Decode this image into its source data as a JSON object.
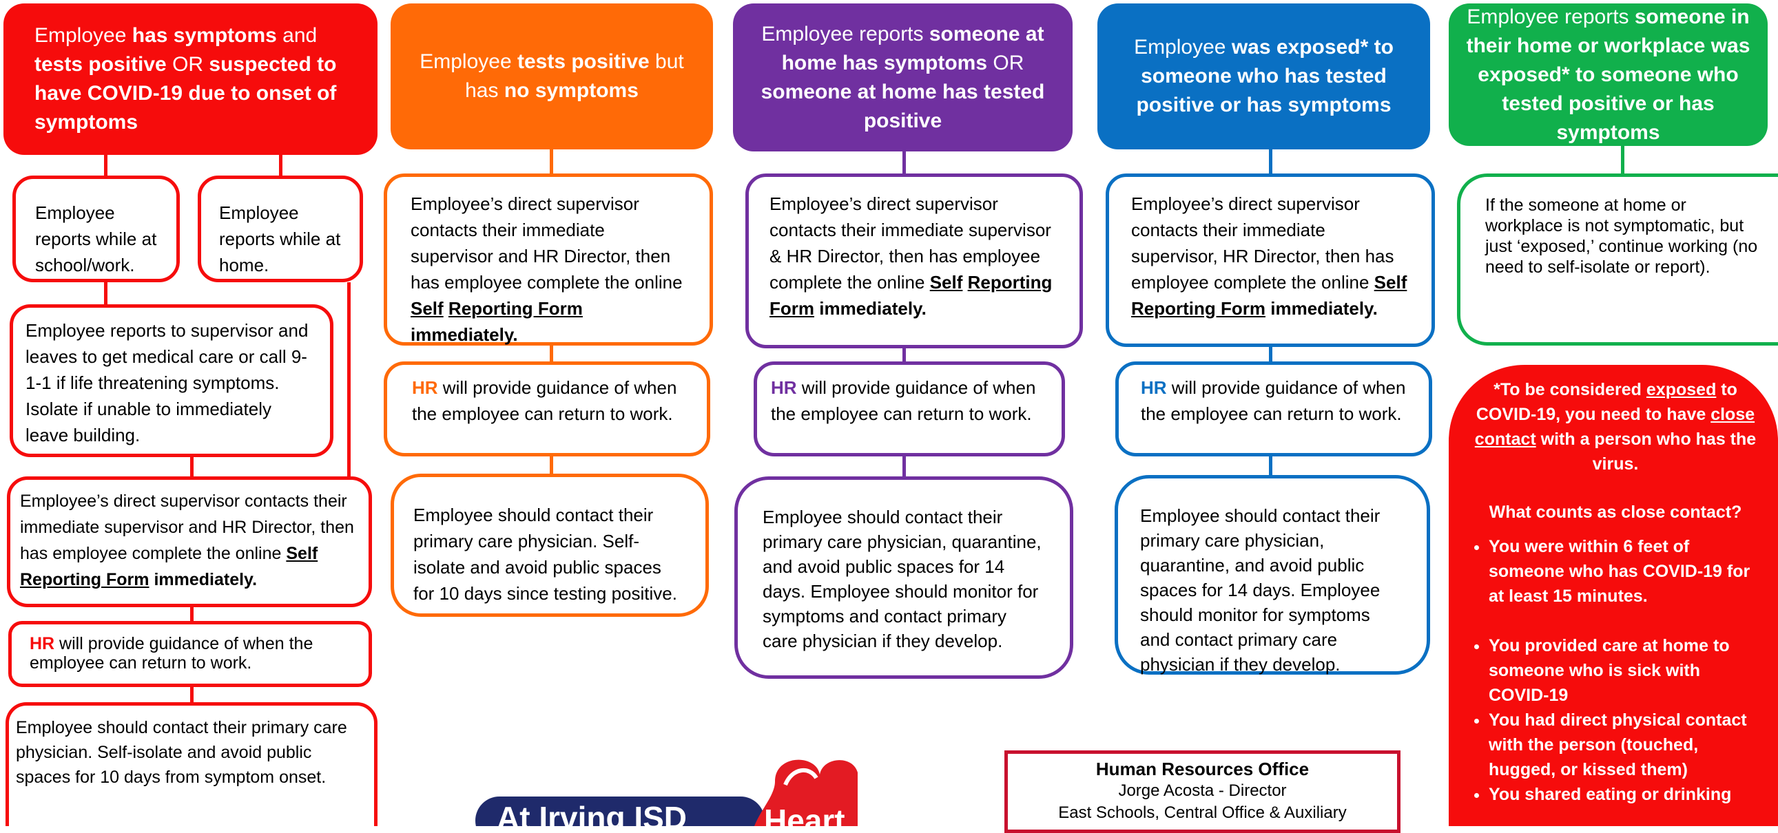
{
  "colors": {
    "red": "#f60c0c",
    "orange": "#ff6a07",
    "purple": "#7030a0",
    "blue": "#0a70c3",
    "green": "#11b04c",
    "logo_navy": "#1f2a6b",
    "logo_red": "#e31b23"
  },
  "col1": {
    "header": {
      "t1": "Employee ",
      "t2": "has symptoms",
      "t3": " and ",
      "t4": "tests positive",
      "t5": " OR ",
      "t6": "suspected to have COVID-19 due to onset of symptoms"
    },
    "at_school": "Employee reports while at school/work.",
    "at_home": "Employee reports while at home.",
    "leave_box": "Employee reports to supervisor and leaves to get medical care or call 9-1-1 if life threatening symptoms. Isolate if unable to immediately leave building.",
    "supervisor_box": {
      "text": "Employee’s direct supervisor contacts their immediate supervisor and HR Director, then has employee complete the online ",
      "link": "Self Reporting Form",
      "end": " immediately."
    },
    "hr_box": {
      "hr": "HR",
      "text": " will provide guidance of when the employee can return to work."
    },
    "physician_box": "Employee should contact their primary care physician. Self-isolate and avoid public spaces for 10 days from symptom onset."
  },
  "col2": {
    "header": {
      "t1": "Employee ",
      "t2": "tests positive",
      "t3": " but has ",
      "t4": "no symptoms"
    },
    "supervisor_box": {
      "text": "Employee’s direct supervisor contacts their immediate supervisor and HR Director, then has employee complete the online ",
      "link1": "Self",
      "link2": "Reporting Form",
      "end": "immediately."
    },
    "hr_box": {
      "hr": "HR",
      "text": " will provide guidance of when the employee can return to work."
    },
    "physician_box": "Employee should contact their primary care physician. Self-isolate and avoid public spaces for 10 days since testing positive."
  },
  "col3": {
    "header": {
      "t1": "Employee reports ",
      "t2": "someone at home has symptoms",
      "t3": " OR ",
      "t4": "someone at home has tested positive"
    },
    "supervisor_box": {
      "text": "Employee’s direct supervisor contacts their immediate supervisor & HR Director, then has employee complete the online ",
      "link1": "Self",
      "link2": "Reporting Form",
      "end": "immediately."
    },
    "hr_box": {
      "hr": "HR",
      "text": " will provide guidance of when the employee can return to work."
    },
    "physician_box": "Employee should contact their primary care physician, quarantine, and avoid public spaces for 14 days. Employee should monitor for symptoms and contact primary care physician if they develop."
  },
  "col4": {
    "header": {
      "t1": "Employee ",
      "t2": "was exposed* to someone who has tested positive or has symptoms"
    },
    "supervisor_box": {
      "text": "Employee’s direct supervisor contacts their immediate supervisor, HR Director, then has employee complete the online ",
      "link1": "Self",
      "link2": "Reporting Form",
      "end": "immediately."
    },
    "hr_box": {
      "hr": "HR",
      "text": " will provide guidance of when the employee can return to work."
    },
    "physician_box": "Employee should contact their primary care physician, quarantine, and avoid public spaces for 14 days. Employee should monitor for symptoms and contact primary care physician if they develop."
  },
  "col5": {
    "header": {
      "t1": "Employee reports ",
      "t2": "someone in their home or workplace was exposed* to someone who tested positive or has symptoms"
    },
    "note_box": "If the someone at home or workplace is not symptomatic, but just ‘exposed,’ continue working (no need to self-isolate or report).",
    "exposed": {
      "p1a": "*To be considered ",
      "p1b": "exposed",
      "p1c": " to COVID-19, you need to have ",
      "p1d": "close contact",
      "p1e": " with a person who has the virus.",
      "question": "What counts as close contact?",
      "bullets": [
        "You were within 6 feet of someone who has COVID-19 for at least 15 minutes.",
        "You provided care at home to someone who is sick with COVID-19",
        "You had direct physical contact with the person (touched, hugged, or kissed them)",
        "You shared eating or drinking"
      ]
    }
  },
  "hr_office": {
    "title": "Human Resources Office",
    "line1": "Jorge Acosta - Director",
    "line2": "East Schools, Central Office & Auxiliary"
  },
  "logo": {
    "text": "At Irving ISD",
    "word": "Heart"
  }
}
